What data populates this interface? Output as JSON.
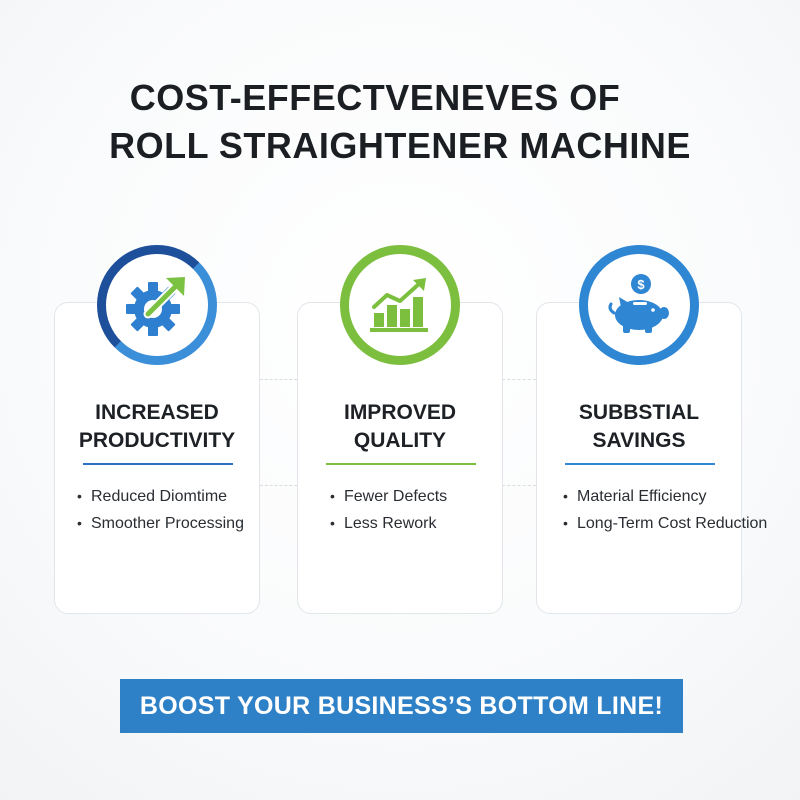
{
  "title": {
    "line1": "COST-EFFECTVENEVES OF",
    "line2": "ROLL STRAIGHTENER MACHINE"
  },
  "cards": [
    {
      "title_line1": "INCREASED",
      "title_line2": "PRODUCTIVITY",
      "icon": "gear-with-growth-arrow-icon",
      "accent": "#2b6fc0",
      "bullets": [
        "Reduced Diomtime",
        "Smoother Processing"
      ]
    },
    {
      "title_line1": "IMPROVED",
      "title_line2": "QUALITY",
      "icon": "bar-chart-growth-icon",
      "accent": "#7cbf3f",
      "bullets": [
        "Fewer Defects",
        "Less Rework"
      ]
    },
    {
      "title_line1": "SUBBSTIAL",
      "title_line2": "SAVINGS",
      "icon": "piggy-bank-coin-icon",
      "accent": "#2f86d3",
      "bullets": [
        "Material Efficiency",
        "Long-Term Cost Reduction"
      ]
    }
  ],
  "cta": {
    "label": "BOOST YOUR BUSINESS’S BOTTOM LINE!",
    "color": "#2f81c7"
  }
}
